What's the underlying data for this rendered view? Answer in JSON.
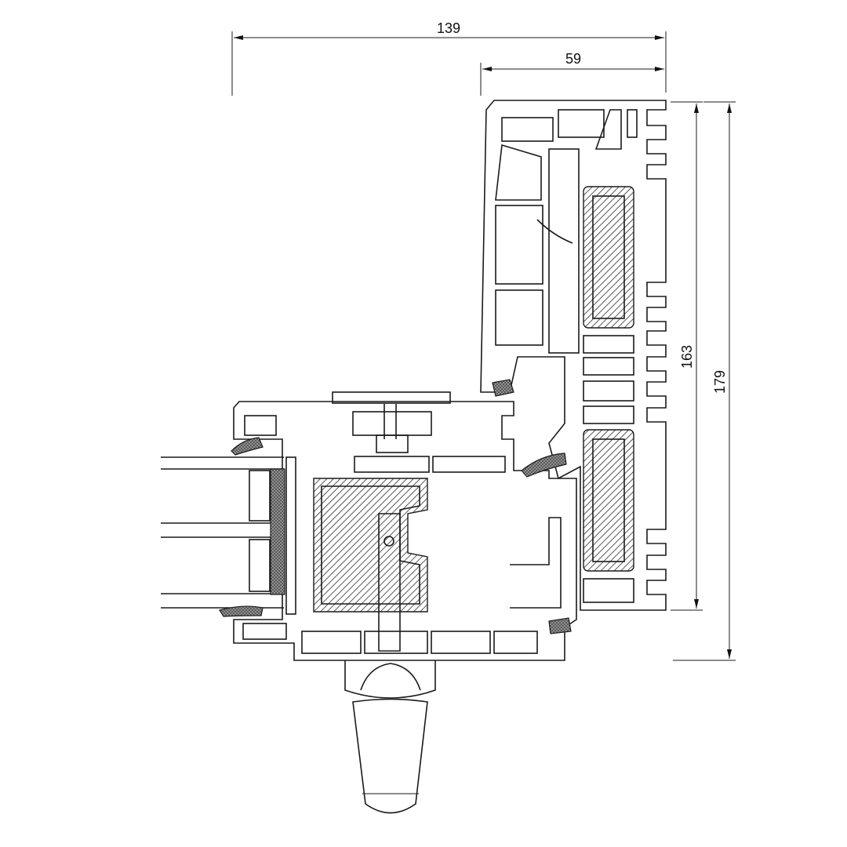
{
  "dimensions": {
    "overall_width": "139",
    "frame_width": "59",
    "frame_height": "163",
    "overall_height": "179"
  }
}
